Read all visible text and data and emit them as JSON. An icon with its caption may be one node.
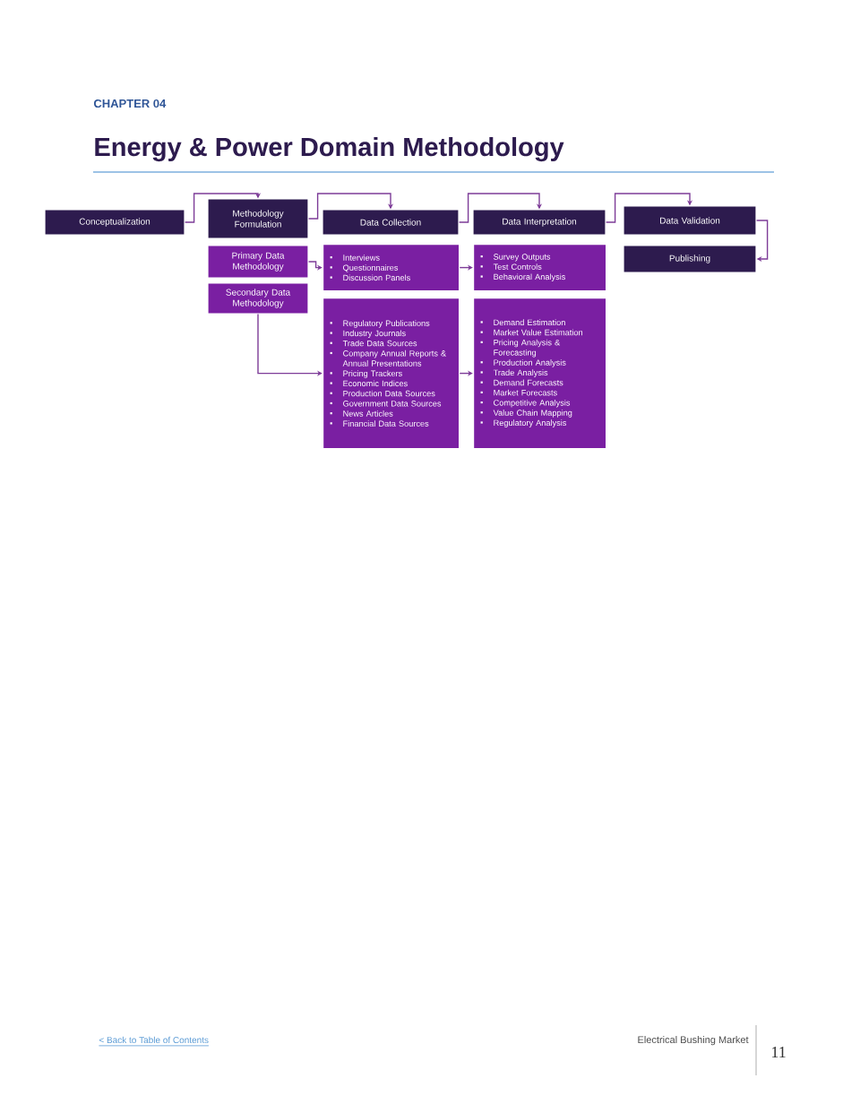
{
  "diagram": {
    "title": "Energy & Power Domain Methodology",
    "nodes": [
      {
        "text": [
          "Conceptualization"
        ]
      },
      {
        "text": [
          "Methodology Formulation"
        ]
      },
      {
        "text": [
          "Data Collection"
        ]
      },
      {
        "text": [
          "Data Interpretation"
        ]
      },
      {
        "text": [
          "Data Validation"
        ]
      },
      {
        "text": [
          "Publishing"
        ]
      },
      {
        "text": [
          "Primary Data Methodology"
        ]
      },
      {
        "text": [
          "Secondary Data Methodology"
        ]
      },
      {
        "text": [
          "Interviews",
          "Questionnaires",
          "Discussion Panels"
        ]
      },
      {
        "text": [
          "Survey Outputs",
          "Test Controls",
          "Behavioral Analysis"
        ]
      },
      {
        "text": [
          "Regulatory Publications",
          "Industry Journals",
          "Trade Data Sources",
          "Company Annual Reports & Annual Presentations",
          "Pricing Trackers",
          "Economic Indices",
          "Production Data Sources",
          "Government Data Sources",
          "News Articles",
          "Financial Data Sources"
        ]
      },
      {
        "text": [
          "Demand Estimation",
          "Market Value Estimation",
          "Pricing Analysis & Forecasting",
          "Production Analysis",
          "Trade Analysis",
          "Demand Forecasts",
          "Market Forecasts",
          "Competitive Analysis",
          "Value Chain Mapping",
          "Regulatory Analysis"
        ]
      }
    ],
    "edges": [
      {
        "from": 0,
        "to": 1,
        "arrow": "to"
      },
      {
        "from": 1,
        "to": 2,
        "arrow": "to"
      },
      {
        "from": 2,
        "to": 3,
        "arrow": "to"
      },
      {
        "from": 3,
        "to": 4,
        "arrow": "to"
      },
      {
        "from": 4,
        "to": 5,
        "arrow": "to"
      },
      {
        "from": 6,
        "to": 8,
        "arrow": "to"
      },
      {
        "from": 7,
        "to": 10,
        "arrow": "to"
      },
      {
        "from": 8,
        "to": 9,
        "arrow": "to"
      },
      {
        "from": 10,
        "to": 11,
        "arrow": "to"
      }
    ],
    "labels": [
      "CHAPTER 04",
      "< Back to Table of Contents",
      "Electrical Bushing Market",
      "11"
    ]
  }
}
